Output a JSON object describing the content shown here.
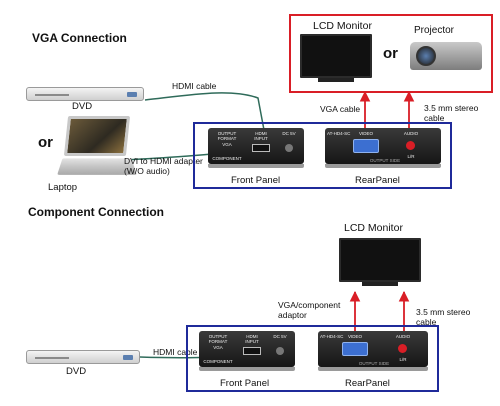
{
  "vga_section": {
    "title": "VGA Connection",
    "dvd_label": "DVD",
    "or_left": "or",
    "laptop_label": "Laptop",
    "hdmi_cable_label": "HDMI cable",
    "dvi_adapter_label_line1": "DVI to HDMI adapter",
    "dvi_adapter_label_line2": "(W/O audio)",
    "lcd_label": "LCD Monitor",
    "projector_label": "Projector",
    "or_right": "or",
    "vga_cable_label": "VGA cable",
    "stereo_cable_label_line1": "3.5 mm stereo",
    "stereo_cable_label_line2": "cable",
    "front_panel_label": "Front Panel",
    "rear_panel_label": "RearPanel"
  },
  "component_section": {
    "title": "Component Connection",
    "dvd_label": "DVD",
    "hdmi_cable_label": "HDMI cable",
    "lcd_label": "LCD Monitor",
    "vga_component_label_line1": "VGA/component",
    "vga_component_label_line2": "adaptor",
    "stereo_cable_label_line1": "3.5 mm stereo",
    "stereo_cable_label_line2": "cable",
    "front_panel_label": "Front Panel",
    "rear_panel_label": "RearPanel"
  },
  "device_panel": {
    "output_format_line1": "OUTPUT",
    "output_format_line2": "FORMAT",
    "vga_text": "VGA",
    "component_text": "COMPONENT",
    "hdmi_input_line1": "HDMI",
    "hdmi_input_line2": "INPUT",
    "dc_text": "DC 5V",
    "video_text": "VIDEO",
    "audio_text": "AUDIO",
    "lr_text": "L/R",
    "output_side_text": "OUTPUT SIDE",
    "model_text": "AT-HD4-SC"
  },
  "colors": {
    "frame_blue": "#1f2a9a",
    "arrow_red": "#d91e26",
    "cable_green": "#2f6b5a"
  },
  "icons": [
    "dvd-player-icon",
    "laptop-icon",
    "lcd-monitor-icon",
    "projector-icon",
    "converter-unit-icon"
  ]
}
